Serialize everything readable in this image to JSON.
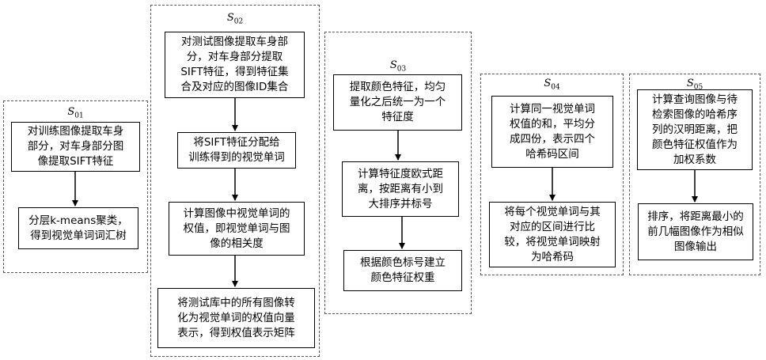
{
  "groups": [
    {
      "id": "s01",
      "label_main": "S",
      "label_sub": "01",
      "boxes": [
        "对训练图像提取车身\n部分，对车身部分图\n像提取SIFT特征",
        "分层k-means聚类，\n得到视觉单词词汇树"
      ]
    },
    {
      "id": "s02",
      "label_main": "S",
      "label_sub": "02",
      "boxes": [
        "对测试图像提取车身部\n分，对车身部分提取\nSIFT特征，得到特征集\n合及对应的图像ID集合",
        "将SIFT特征分配给\n训练得到的视觉单词",
        "计算图像中视觉单词的\n权值，即视觉单词与图\n像的相关度",
        "将测试库中的所有图像转\n化为视觉单词的权值向量\n表示，得到权值表示矩阵"
      ]
    },
    {
      "id": "s03",
      "label_main": "S",
      "label_sub": "03",
      "boxes": [
        "提取颜色特征，均匀\n量化之后统一为一个\n特征度",
        "计算特征度欧式距\n离，按距离有小到\n大排序并标号",
        "根据颜色标号建立\n颜色特征权重"
      ]
    },
    {
      "id": "s04",
      "label_main": "S",
      "label_sub": "04",
      "boxes": [
        "计算同一视觉单词\n权值的和，平均分\n成四份，表示四个\n哈希码区间",
        "将每个视觉单词与其\n对应的区间进行比\n较，将视觉单词映射\n为哈希码"
      ]
    },
    {
      "id": "s05",
      "label_main": "S",
      "label_sub": "05",
      "boxes": [
        "计算查询图像与待\n检索图像的哈希序\n列的汉明距离，把\n颜色特征权值作为\n加权系数",
        "排序，将距离最小的\n前几幅图像作为相似\n图像输出"
      ]
    }
  ]
}
